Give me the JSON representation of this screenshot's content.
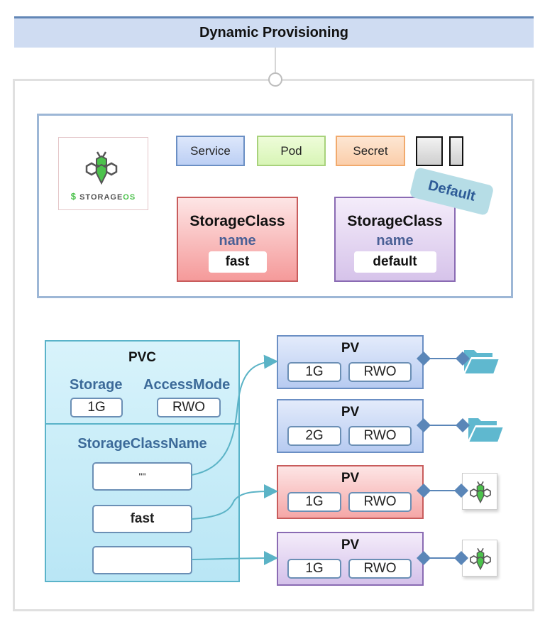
{
  "title": "Dynamic Provisioning",
  "logo": {
    "text_main": "STORAGE",
    "text_accent": "OS"
  },
  "kinds": [
    {
      "label": "Service"
    },
    {
      "label": "Pod"
    },
    {
      "label": "Secret"
    }
  ],
  "default_tag": "Default",
  "storage_classes": [
    {
      "title": "StorageClass",
      "field_label": "name",
      "value": "fast",
      "color": "#f59a9a"
    },
    {
      "title": "StorageClass",
      "field_label": "name",
      "value": "default",
      "color": "#d6c3ea"
    }
  ],
  "pvc": {
    "title": "PVC",
    "storage_label": "Storage",
    "storage_value": "1G",
    "access_label": "AccessMode",
    "access_value": "RWO",
    "storage_class_label": "StorageClassName",
    "storage_class_values": [
      "\"\"",
      "fast",
      ""
    ]
  },
  "pvs": [
    {
      "title": "PV",
      "size": "1G",
      "mode": "RWO",
      "backend": "folder-icon"
    },
    {
      "title": "PV",
      "size": "2G",
      "mode": "RWO",
      "backend": "folder-icon"
    },
    {
      "title": "PV",
      "size": "1G",
      "mode": "RWO",
      "backend": "storageos-icon"
    },
    {
      "title": "PV",
      "size": "1G",
      "mode": "RWO",
      "backend": "storageos-icon"
    }
  ],
  "colors": {
    "connector": "#5bb3c6",
    "pv_link": "#5a86b8",
    "storageos_green": "#4cc24c"
  }
}
